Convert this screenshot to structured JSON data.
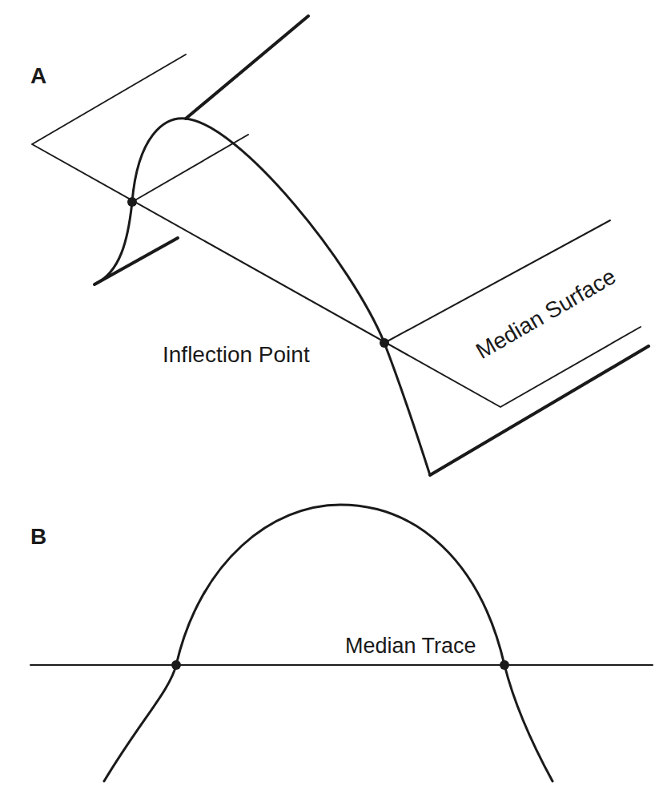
{
  "diagram": {
    "labels": [
      "A",
      "Inflection Point",
      "Median Surface",
      "B",
      "Median Trace"
    ]
  }
}
